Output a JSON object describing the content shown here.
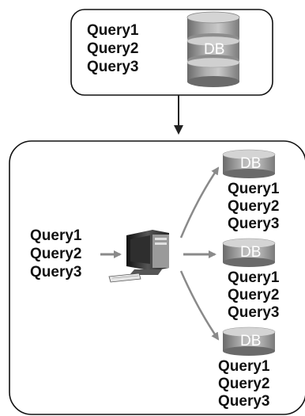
{
  "top_box": {
    "queries": [
      "Query1",
      "Query2",
      "Query3"
    ],
    "db_label": "DB"
  },
  "client": {
    "queries": [
      "Query1",
      "Query2",
      "Query3"
    ]
  },
  "shards": [
    {
      "db_label": "DB",
      "queries": [
        "Query1",
        "Query2",
        "Query3"
      ]
    },
    {
      "db_label": "DB",
      "queries": [
        "Query1",
        "Query2",
        "Query3"
      ]
    },
    {
      "db_label": "DB",
      "queries": [
        "Query1",
        "Query2",
        "Query3"
      ]
    }
  ],
  "colors": {
    "box_border": "#111111",
    "arrow_gray": "#8a8a8a",
    "arrow_dark": "#222222",
    "db_dark": "#6e6e6e",
    "db_light": "#c4c4c4"
  }
}
